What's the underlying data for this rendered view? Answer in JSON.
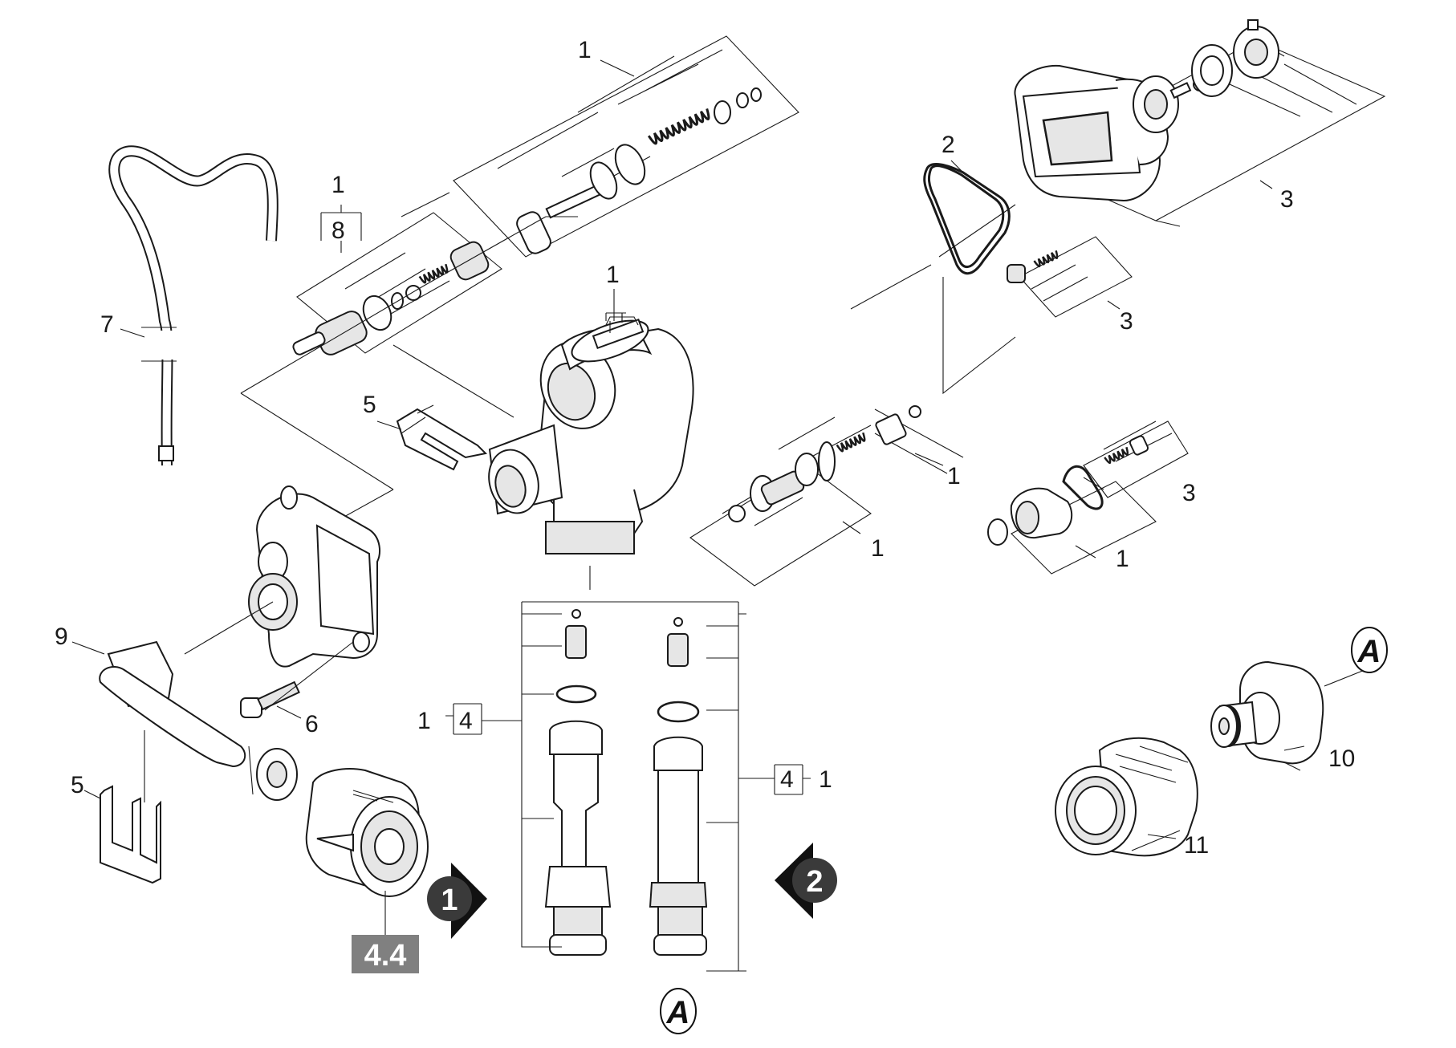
{
  "labels": {
    "l1_top": "1",
    "l1_8_top": "1",
    "l8": "8",
    "l2": "2",
    "l3_top": "3",
    "l3_mid": "3",
    "l3_low": "3",
    "l1_center": "1",
    "l7": "7",
    "l5_top": "5",
    "l1_right_a": "1",
    "l1_right_b": "1",
    "l1_right_c": "1",
    "l9": "9",
    "l6": "6",
    "l5_bottom": "5",
    "l1_4_left_1": "1",
    "l1_4_left_4": "4",
    "l4_1_right_4": "4",
    "l4_1_right_1": "1",
    "l10": "10",
    "l11": "11"
  },
  "badge": {
    "text": "4.4",
    "color": "#808080"
  },
  "markers": {
    "arrow1": "1",
    "arrow2": "2",
    "a_top": "A",
    "a_bottom": "A"
  },
  "colors": {
    "ink": "#1a1a1a",
    "arrow_fill": "#3a3a3a"
  }
}
